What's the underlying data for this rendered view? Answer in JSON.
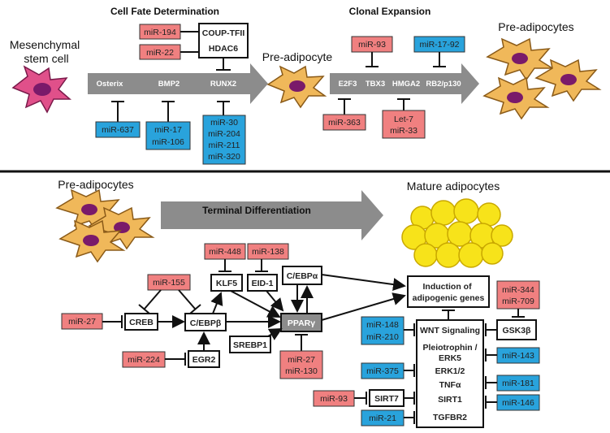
{
  "colors": {
    "mirna_red": "#f08080",
    "mirna_blue": "#29a3dc",
    "arrow_grey": "#8c8c8c",
    "cell_orange": "#f0b85a",
    "nucleus_purple": "#7a1a6a",
    "stem_pink": "#e0508a",
    "fat_yellow": "#f7e31a"
  },
  "top": {
    "heading_cell_fate": "Cell Fate Determination",
    "heading_clonal": "Clonal Expansion",
    "msc_label": [
      "Mesenchymal",
      "stem cell"
    ],
    "preadipocyte_label": "Pre-adipocyte",
    "preadipocytes_label": "Pre-adipocytes",
    "arrow1_genes": [
      "Osterix",
      "BMP2",
      "RUNX2"
    ],
    "arrow2_genes": [
      "E2F3",
      "TBX3",
      "HMGA2",
      "RB2/p130"
    ],
    "regulators": [
      "COUP-TFII",
      "HDAC6"
    ],
    "mirnas": {
      "mir194": [
        "miR-194"
      ],
      "mir22": [
        "miR-22"
      ],
      "mir637": [
        "miR-637"
      ],
      "mir17_106": [
        "miR-17",
        "miR-106"
      ],
      "mir30_group": [
        "miR-30",
        "miR-204",
        "miR-211",
        "miR-320"
      ],
      "mir93": [
        "miR-93"
      ],
      "mir17_92": [
        "miR-17-92"
      ],
      "mir363": [
        "miR-363"
      ],
      "let7_33": [
        "Let-7",
        "miR-33"
      ]
    }
  },
  "bottom": {
    "preadipocytes_label": "Pre-adipocytes",
    "mature_label": "Mature adipocytes",
    "heading_terminal": "Terminal Differentiation",
    "genes": {
      "klf5": "KLF5",
      "eid1": "EID-1",
      "cebpa": "C/EBPα",
      "creb": "CREB",
      "cebpb": "C/EBPβ",
      "ppar": "PPARγ",
      "srebp1": "SREBP1",
      "egr2": "EGR2",
      "sirt7": "SIRT7",
      "gsk3b": "GSK3β"
    },
    "induction": [
      "Induction of",
      "adipogenic genes"
    ],
    "pathway_list": [
      "WNT Signaling",
      "Pleiotrophin /",
      "ERK5",
      "ERK1/2",
      "TNFα",
      "SIRT1",
      "TGFBR2"
    ],
    "mirnas": {
      "mir448": [
        "miR-448"
      ],
      "mir138": [
        "miR-138"
      ],
      "mir155": [
        "miR-155"
      ],
      "mir27_left": [
        "miR-27"
      ],
      "mir224": [
        "miR-224"
      ],
      "mir27_130": [
        "miR-27",
        "miR-130"
      ],
      "mir344_709": [
        "miR-344",
        "miR-709"
      ],
      "mir148_210": [
        "miR-148",
        "miR-210"
      ],
      "mir143": [
        "miR-143"
      ],
      "mir375": [
        "miR-375"
      ],
      "mir181": [
        "miR-181"
      ],
      "mir93": [
        "miR-93"
      ],
      "mir146": [
        "miR-146"
      ],
      "mir21": [
        "miR-21"
      ]
    }
  }
}
